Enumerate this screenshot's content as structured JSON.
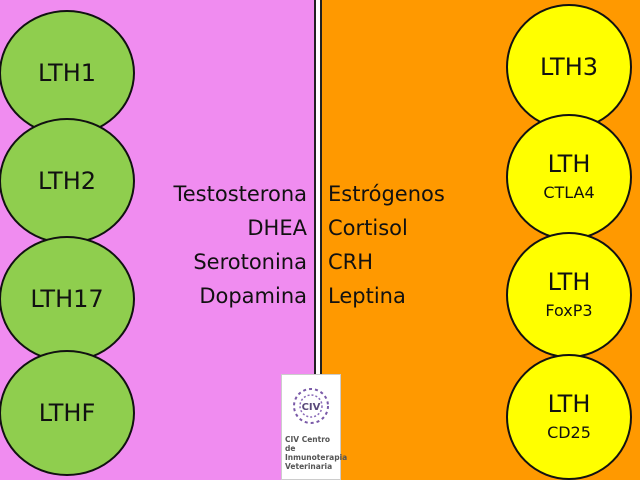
{
  "left_cells": [
    {
      "label": "LTH1"
    },
    {
      "label": "LTH2"
    },
    {
      "label": "LTH17"
    },
    {
      "label": "LTHF"
    }
  ],
  "right_cells": [
    {
      "label": "LTH3",
      "sub": ""
    },
    {
      "label": "LTH",
      "sub": "CTLA4"
    },
    {
      "label": "LTH",
      "sub": "FoxP3"
    },
    {
      "label": "LTH",
      "sub": "CD25"
    }
  ],
  "left_hormones": [
    "Testosterona",
    "DHEA",
    "Serotonina",
    "Dopamina"
  ],
  "right_hormones": [
    "Estrógenos",
    "Cortisol",
    "CRH",
    "Leptina"
  ],
  "logo": {
    "mark_text": "CIV",
    "line1": "CIV Centro de",
    "line2": "Inmunoterapia",
    "line3": "Veterinaria"
  },
  "colors": {
    "left_bg": "#f08cf0",
    "right_bg": "#ff9900",
    "green_cell": "#8fce4e",
    "yellow_cell": "#ffff00"
  }
}
